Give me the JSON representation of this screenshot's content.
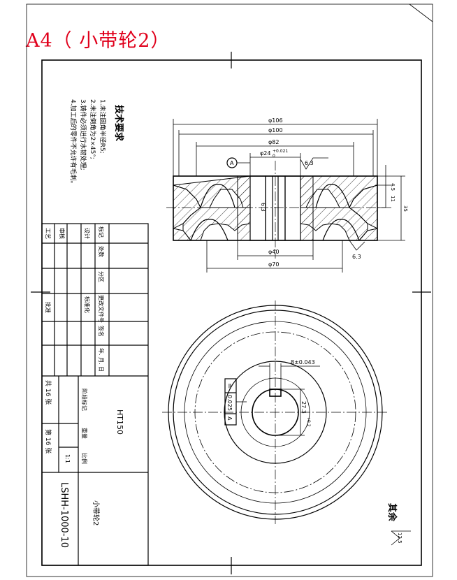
{
  "header": {
    "title": "A4（ 小带轮2）"
  },
  "technical_requirements": {
    "heading": "技术要求",
    "items": [
      "1.未注圆角半径R5;",
      "2.未注倒角为2×45°;",
      "3.铸件必须进行水韧处理;",
      "4.加工后的零件不允许有毛刺。"
    ]
  },
  "dimensions": {
    "d106": "φ106",
    "d100": "φ100",
    "d82": "φ82",
    "bore": "φ24",
    "bore_tol_upper": "+0.021",
    "bore_tol_lower": "0",
    "d40": "φ40",
    "d70": "φ70",
    "h45": "4.5",
    "h11": "11",
    "h35": "35",
    "keyway_width": "8±0.043",
    "keyway_depth": "27.3",
    "keyway_depth_tol": "+0.2",
    "datum": "A"
  },
  "surface_finish": {
    "top": "6.3",
    "inner": "6.3",
    "bottom": "6.3",
    "rest": "12.5",
    "rest_label": "其余"
  },
  "tolerance_frame": {
    "symbol": "=",
    "value": "0.025",
    "datum": "A"
  },
  "title_block": {
    "col_headers": [
      "标记",
      "处数",
      "分区",
      "更改文件号",
      "签名",
      "年. 月. 日"
    ],
    "design_label": "设计",
    "standardize_label": "标准化",
    "review_label": "审核",
    "process_label": "工艺",
    "approve_label": "批准",
    "stage_label": "阶段标记",
    "weight_label": "重量",
    "scale_label": "比例",
    "scale_value": "1:1",
    "material": "HT150",
    "sheets_total": "共 16 张",
    "sheet_no": "第 16 张",
    "part_name": "小带轮2",
    "drawing_no": "LSHH-1000-10"
  }
}
